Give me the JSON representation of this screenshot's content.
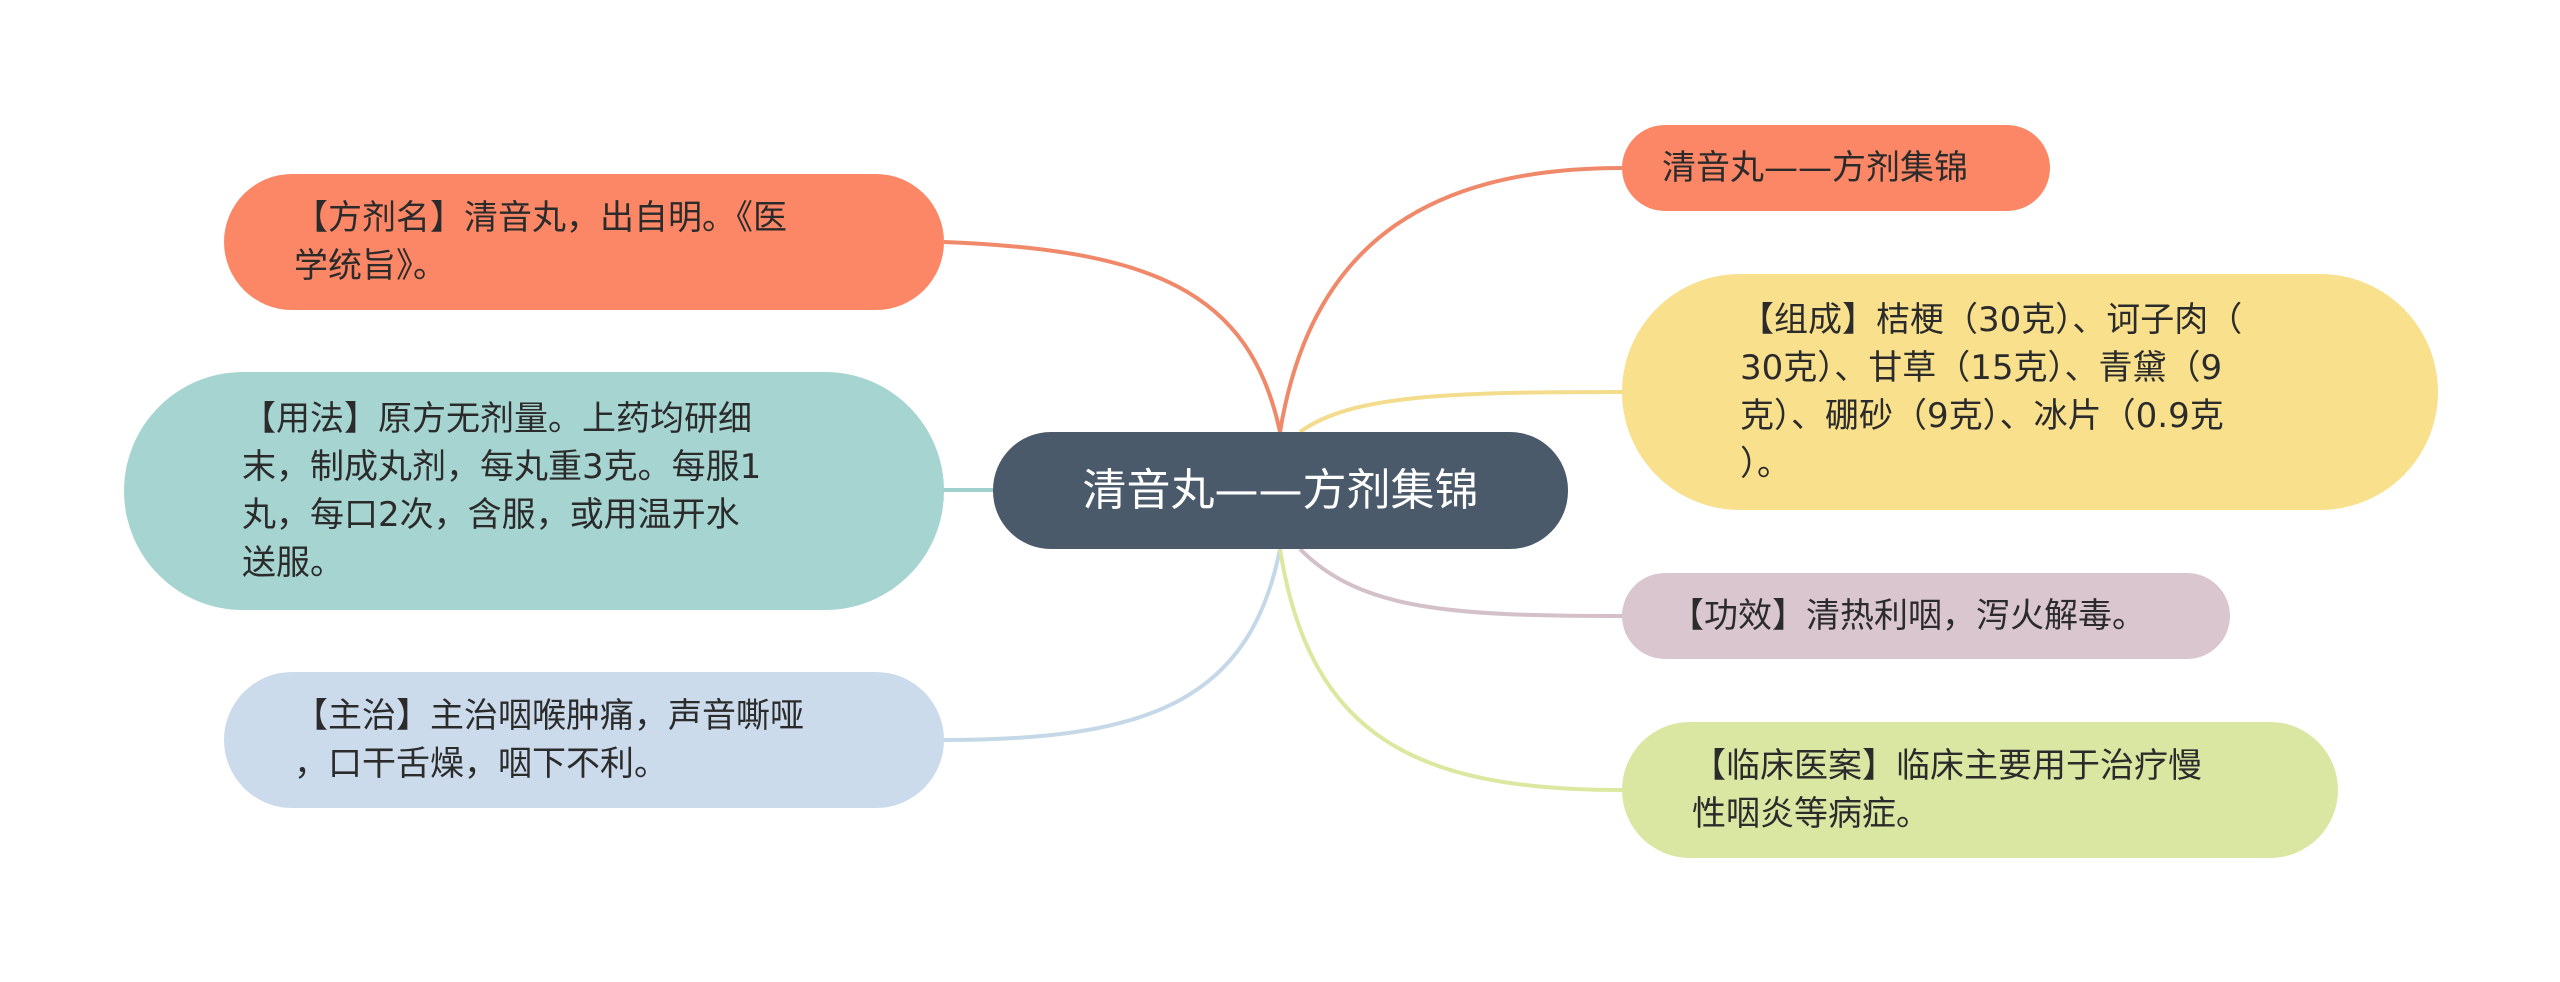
{
  "colors": {
    "center": "#4a5a6a",
    "name": "#fb8766",
    "usage": "#a6d4d1",
    "treat": "#cbdbeb",
    "title": "#fb8766",
    "comp": "#f8e08d",
    "effect": "#d9c6ce",
    "case": "#d9e7a2",
    "link_name": "#f0896a",
    "link_usage": "#9fd0cd",
    "link_treat": "#c5d8e8",
    "link_title": "#f0896a",
    "link_comp": "#f3dc8c",
    "link_effect": "#d4c0c8",
    "link_case": "#dbe8a0"
  },
  "center": {
    "label": "清音丸——方剂集锦"
  },
  "left": {
    "name": "【方剂名】清音丸，出自明。《医\n学统旨》。",
    "usage": "【用法】原方无剂量。上药均研细\n末，制成丸剂，每丸重3克。每服1\n丸，每口2次，含服，或用温开水\n送服。",
    "treat": "【主治】主治咽喉肿痛，声音嘶哑\n，口干舌燥，咽下不利。"
  },
  "right": {
    "title": "清音丸——方剂集锦",
    "comp": "【组成】桔梗（30克）、诃子肉（\n30克）、甘草（15克）、青黛（9\n克）、硼砂（9克）、冰片（0.9克\n）。",
    "effect": "【功效】清热利咽，泻火解毒。",
    "case": "【临床医案】临床主要用于治疗慢\n性咽炎等病症。"
  }
}
